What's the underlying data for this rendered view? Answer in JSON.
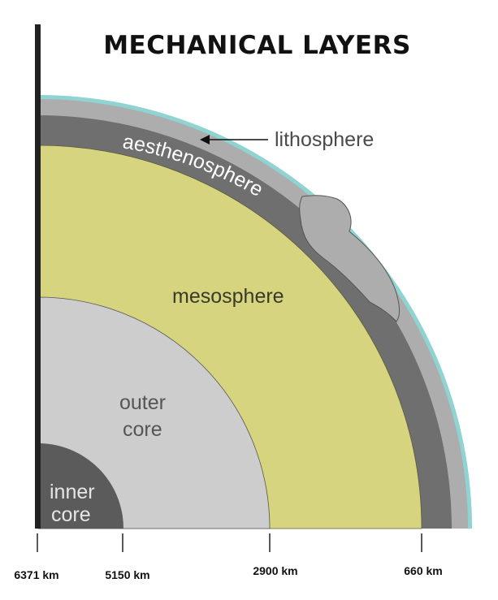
{
  "title": "MECHANICAL LAYERS",
  "colors": {
    "outer_rim": "#8fd3d3",
    "lithosphere": "#adadad",
    "aesthenosphere": "#6f6f6f",
    "mesosphere": "#d6d47e",
    "outer_core": "#cdcdcd",
    "inner_core": "#5b5b5b",
    "axis": "#222222"
  },
  "layers": {
    "lithosphere": "lithosphere",
    "aesthenosphere": "aesthenosphere",
    "mesosphere": "mesosphere",
    "outer_core_line1": "outer",
    "outer_core_line2": "core",
    "inner_core_line1": "inner",
    "inner_core_line2": "core"
  },
  "depths": [
    "6371 km",
    "5150 km",
    "2900 km",
    "660 km"
  ]
}
